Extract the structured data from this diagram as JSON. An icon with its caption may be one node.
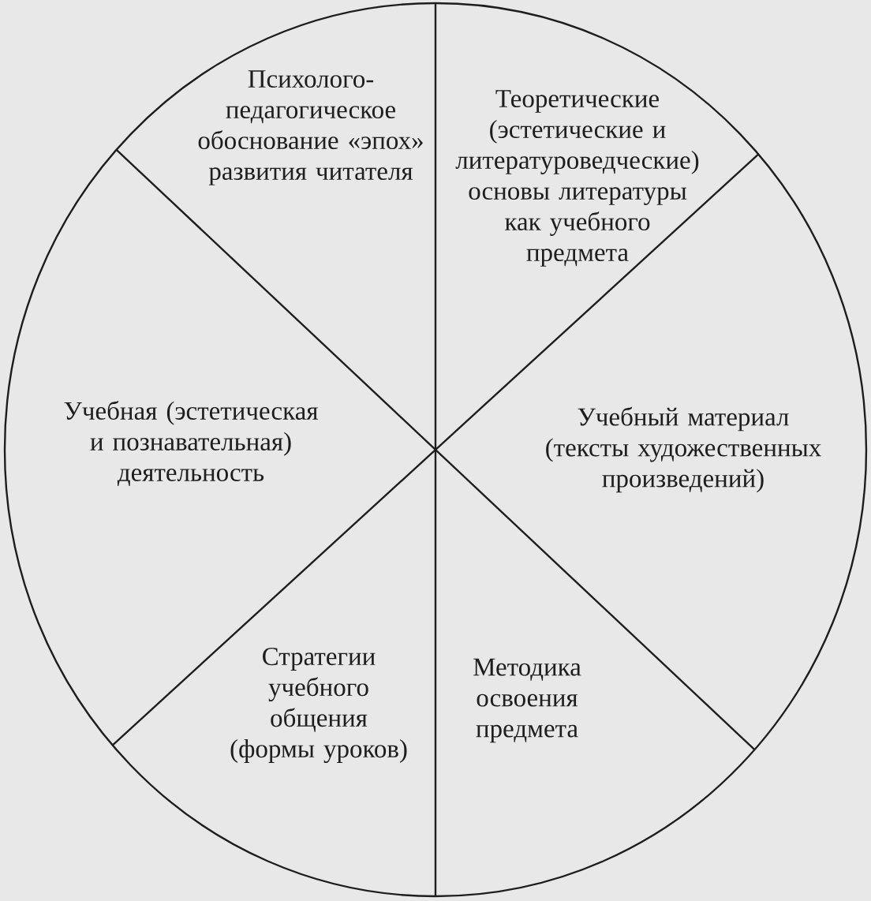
{
  "diagram": {
    "nodes": [
      {
        "text": [],
        "shape": "circle"
      },
      {
        "text": [
          "Психолого-педагогическое обоснование «эпох» развития читателя"
        ],
        "in": 0
      },
      {
        "text": [
          "Теоретические (эстетические и литературоведческие) основы литературы как учебного предмета"
        ],
        "in": 0
      },
      {
        "text": [
          "Учебная (эстетическая и познавательная) деятельность"
        ],
        "in": 0
      },
      {
        "text": [
          "Учебный материал (тексты художественных произведений)"
        ],
        "in": 0
      },
      {
        "text": [
          "Стратегии учебного общения (формы уроков)"
        ],
        "in": 0
      },
      {
        "text": [
          "Методика освоения предмета"
        ],
        "in": 0
      }
    ]
  }
}
